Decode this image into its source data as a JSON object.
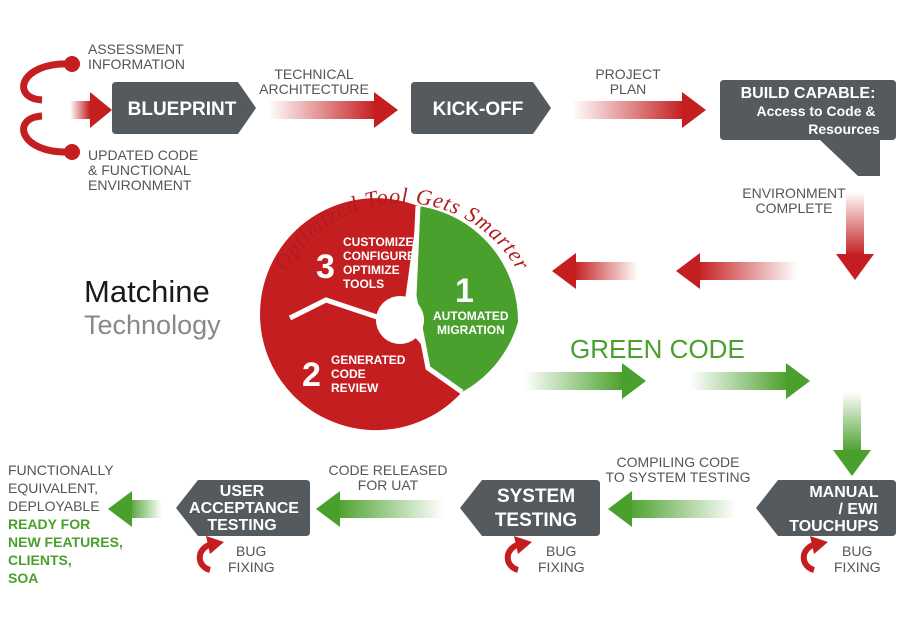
{
  "colors": {
    "red": "#c41e20",
    "green": "#4aa02c",
    "box": "#555a5e",
    "gray_text": "#555555",
    "green_text": "#4aa02c"
  },
  "steps": {
    "blueprint": "BLUEPRINT",
    "kickoff": "KICK-OFF",
    "build_capable": [
      "BUILD CAPABLE:",
      "Access to Code &",
      "Resources"
    ],
    "manual": [
      "MANUAL",
      "/ EWI",
      "TOUCHUPS"
    ],
    "system_testing": [
      "SYSTEM",
      "TESTING"
    ],
    "uat": [
      "USER",
      "ACCEPTANCE",
      "TESTING"
    ]
  },
  "inputs": {
    "assessment": [
      "ASSESSMENT",
      "INFORMATION"
    ],
    "updated_code": [
      "UPDATED CODE",
      "& FUNCTIONAL",
      "ENVIRONMENT"
    ]
  },
  "connectors": {
    "technical_architecture": [
      "TECHNICAL",
      "ARCHITECTURE"
    ],
    "project_plan": [
      "PROJECT",
      "PLAN"
    ],
    "environment_complete": [
      "ENVIRONMENT",
      "COMPLETE"
    ],
    "compiling_code": [
      "COMPILING CODE",
      "TO SYSTEM TESTING"
    ],
    "code_released": [
      "CODE RELEASED",
      "FOR UAT"
    ]
  },
  "bug_fixing": [
    "BUG",
    "FIXING"
  ],
  "brand": {
    "name": "Matchine",
    "sub": "Technology"
  },
  "cycle": {
    "arc_text": "Optimized Tool Gets Smarter",
    "seg1": {
      "num": "1",
      "lines": [
        "AUTOMATED",
        "MIGRATION"
      ]
    },
    "seg2": {
      "num": "2",
      "lines": [
        "GENERATED",
        "CODE",
        "REVIEW"
      ]
    },
    "seg3": {
      "num": "3",
      "lines": [
        "CUSTOMIZE,",
        "CONFIGURE,",
        "OPTIMIZE",
        "TOOLS"
      ]
    }
  },
  "green_code": "GREEN CODE",
  "outcome": {
    "gray_lines": [
      "FUNCTIONALLY",
      "EQUIVALENT,",
      "DEPLOYABLE"
    ],
    "green_lines": [
      "READY FOR",
      "NEW FEATURES,",
      "CLIENTS,",
      "SOA"
    ]
  }
}
